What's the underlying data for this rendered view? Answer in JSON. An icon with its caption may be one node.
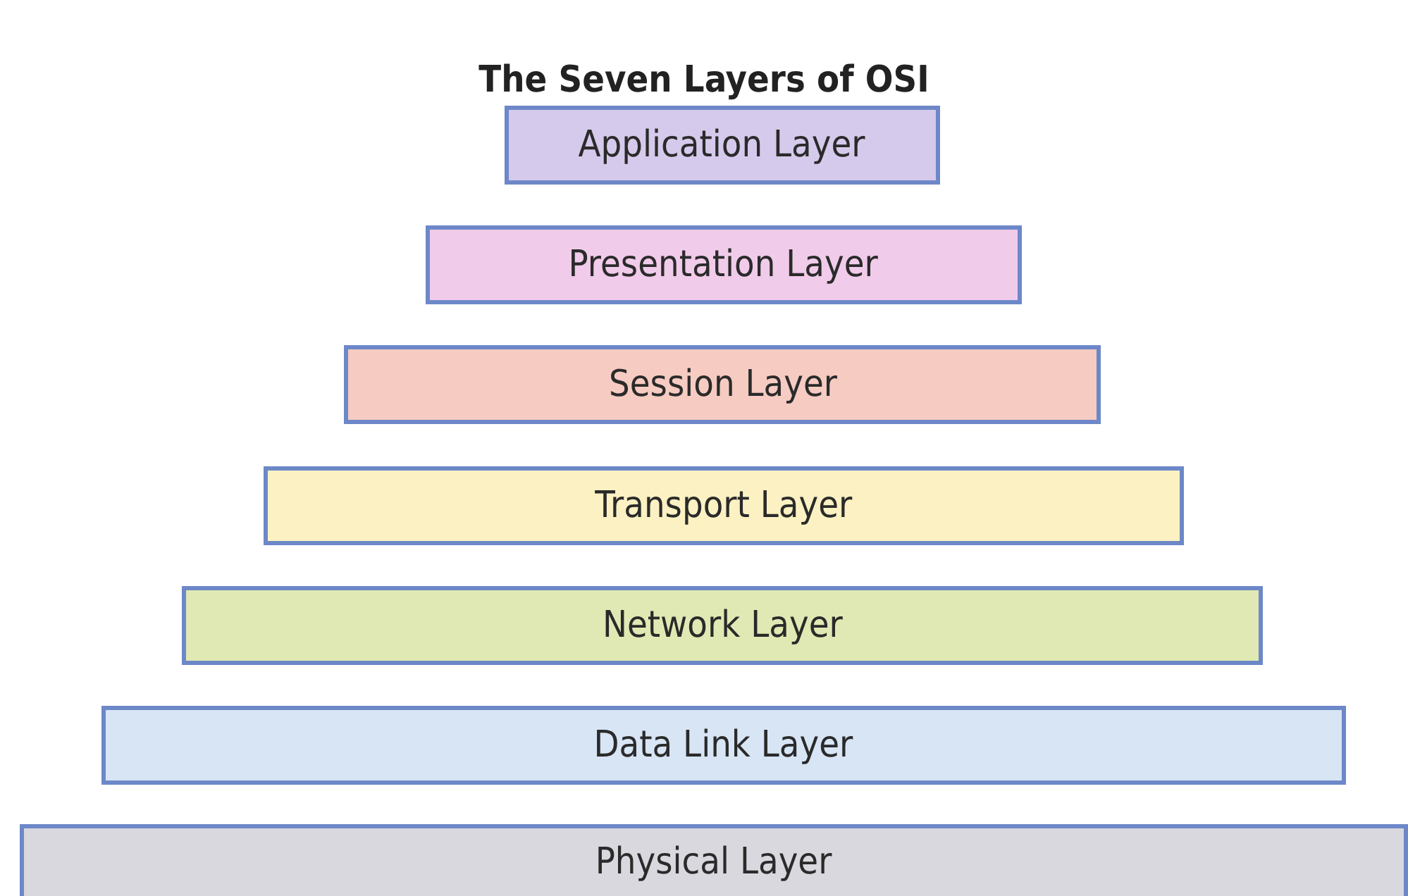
{
  "diagram": {
    "title": "The Seven Layers of OSI",
    "nodes": [
      {
        "text": [
          "Application Layer"
        ]
      },
      {
        "text": [
          "Presentation Layer"
        ]
      },
      {
        "text": [
          "Session Layer"
        ]
      },
      {
        "text": [
          "Transport Layer"
        ]
      },
      {
        "text": [
          "Network Layer"
        ]
      },
      {
        "text": [
          "Data Link Layer"
        ]
      },
      {
        "text": [
          "Physical Layer"
        ]
      }
    ]
  }
}
